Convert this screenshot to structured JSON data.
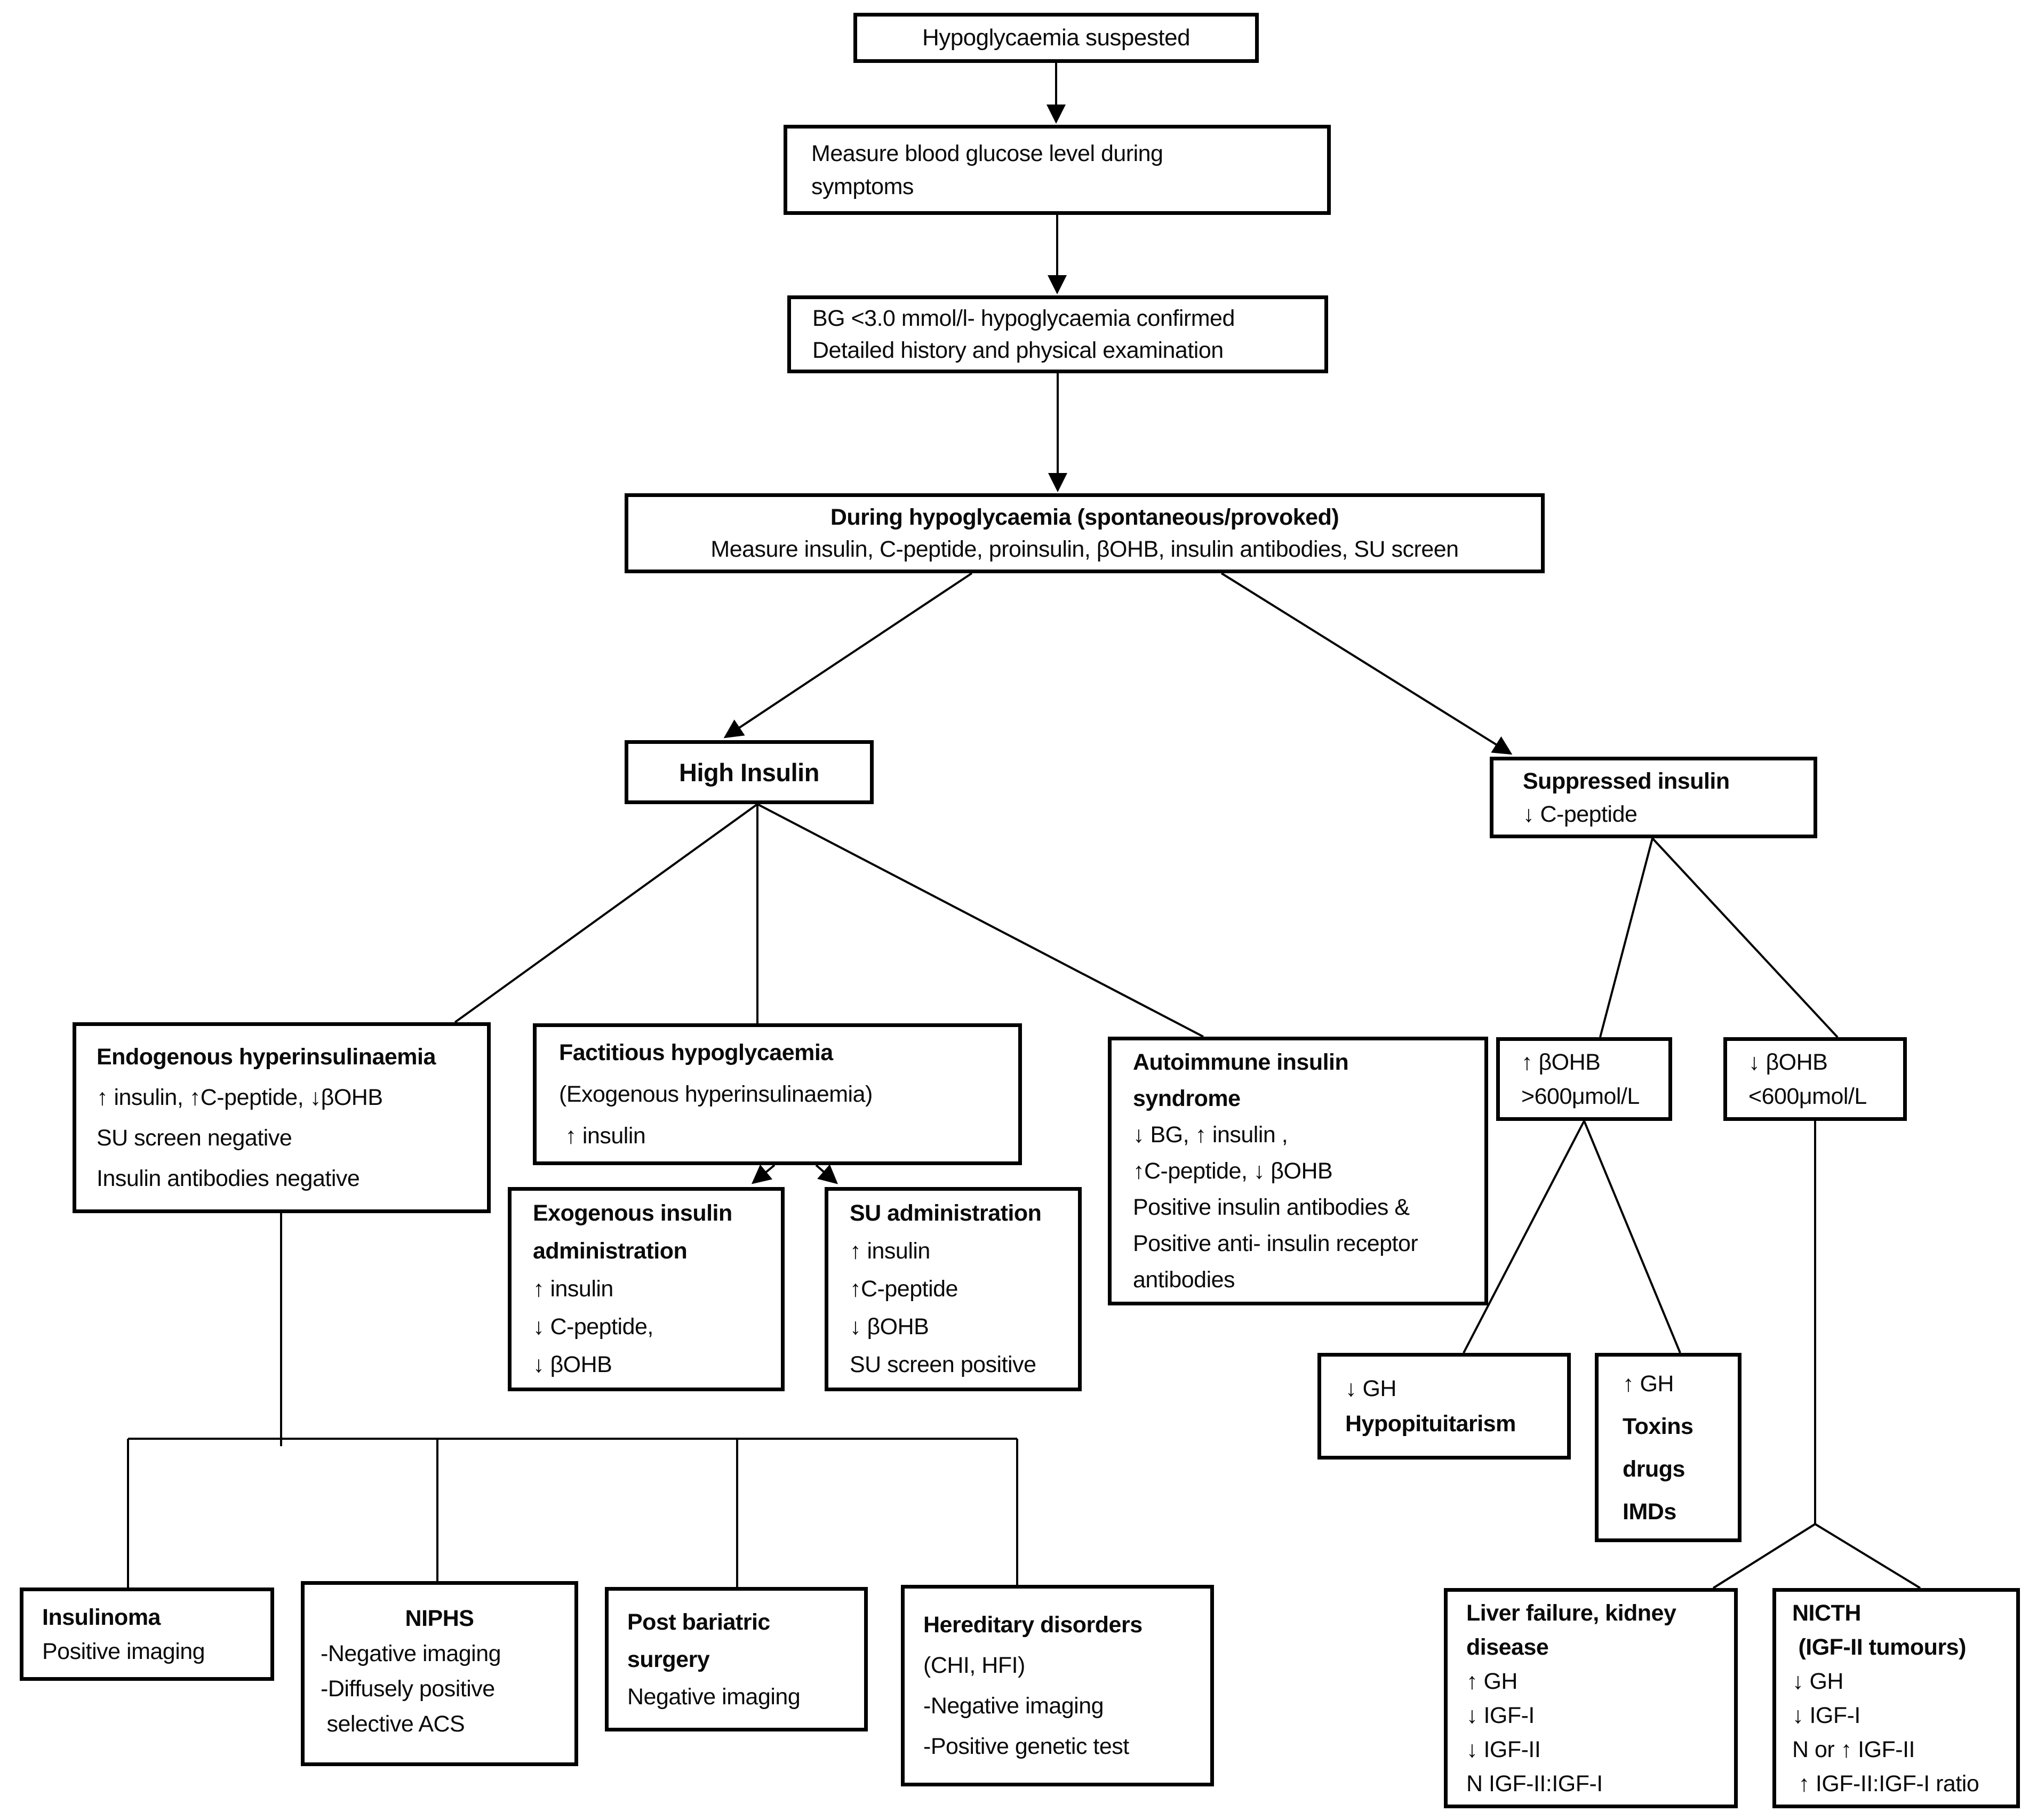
{
  "title": "Hypoglycaemia diagnostic flowchart",
  "colors": {
    "background": "#ffffff",
    "box_border": "#000000",
    "connector_line": "#000000",
    "text": "#0a0a0a"
  },
  "nodes": {
    "suspected": {
      "lines": [
        {
          "t": "Hypoglycaemia suspested",
          "b": false
        }
      ]
    },
    "measure": {
      "lines": [
        {
          "t": "Measure blood glucose level during",
          "b": false
        },
        {
          "t": "symptoms",
          "b": false
        }
      ]
    },
    "confirmed": {
      "lines": [
        {
          "t": "BG <3.0 mmol/l- hypoglycaemia confirmed",
          "b": false
        },
        {
          "t": "Detailed history and physical examination",
          "b": false
        }
      ]
    },
    "during": {
      "lines": [
        {
          "t": "During hypoglycaemia (spontaneous/provoked)",
          "b": true
        },
        {
          "t": "Measure insulin, C-peptide, proinsulin, βOHB, insulin antibodies, SU screen",
          "b": false
        }
      ]
    },
    "high_insulin": {
      "lines": [
        {
          "t": "High Insulin",
          "b": true
        }
      ]
    },
    "suppressed": {
      "lines": [
        {
          "t": "Suppressed insulin",
          "b": true
        },
        {
          "t": "↓ C-peptide",
          "b": false
        }
      ]
    },
    "endogenous": {
      "lines": [
        {
          "t": "Endogenous hyperinsulinaemia",
          "b": true
        },
        {
          "t": "↑ insulin, ↑C-peptide, ↓βOHB",
          "b": false
        },
        {
          "t": "SU screen negative",
          "b": false
        },
        {
          "t": "Insulin antibodies negative",
          "b": false
        }
      ]
    },
    "factitious": {
      "lines": [
        {
          "t": "Factitious hypoglycaemia",
          "b": true
        },
        {
          "t": "(Exogenous hyperinsulinaemia)",
          "b": false
        },
        {
          "t": " ↑ insulin",
          "b": false
        }
      ]
    },
    "autoimmune": {
      "lines": [
        {
          "t": "Autoimmune insulin",
          "b": true
        },
        {
          "t": "syndrome",
          "b": true
        },
        {
          "t": "↓ BG, ↑ insulin ,",
          "b": false
        },
        {
          "t": "↑C-peptide, ↓ βOHB",
          "b": false
        },
        {
          "t": "Positive insulin antibodies &",
          "b": false
        },
        {
          "t": "Positive anti- insulin receptor",
          "b": false
        },
        {
          "t": "antibodies",
          "b": false
        }
      ]
    },
    "exogenous": {
      "lines": [
        {
          "t": "Exogenous insulin",
          "b": true
        },
        {
          "t": "administration",
          "b": true
        },
        {
          "t": "↑ insulin",
          "b": false
        },
        {
          "t": "↓ C-peptide,",
          "b": false
        },
        {
          "t": "↓ βOHB",
          "b": false
        }
      ]
    },
    "su_admin": {
      "lines": [
        {
          "t": "SU administration",
          "b": true
        },
        {
          "t": "↑ insulin",
          "b": false
        },
        {
          "t": "↑C-peptide",
          "b": false
        },
        {
          "t": "↓ βOHB",
          "b": false
        },
        {
          "t": "SU screen positive",
          "b": false
        }
      ]
    },
    "bohb_high": {
      "lines": [
        {
          "t": "↑ βOHB",
          "b": false
        },
        {
          "t": ">600μmol/L",
          "b": false
        }
      ]
    },
    "bohb_low": {
      "lines": [
        {
          "t": "↓ βOHB",
          "b": false
        },
        {
          "t": "<600μmol/L",
          "b": false
        }
      ]
    },
    "gh_low": {
      "lines": [
        {
          "t": "↓ GH",
          "b": false
        },
        {
          "t": "Hypopituitarism",
          "b": true
        }
      ]
    },
    "gh_high": {
      "lines": [
        {
          "t": "↑ GH",
          "b": false
        },
        {
          "t": "Toxins",
          "b": true
        },
        {
          "t": "drugs",
          "b": true
        },
        {
          "t": "IMDs",
          "b": true
        }
      ]
    },
    "insulinoma": {
      "lines": [
        {
          "t": "Insulinoma",
          "b": true
        },
        {
          "t": "Positive imaging",
          "b": false
        }
      ]
    },
    "niphs": {
      "lines": [
        {
          "t": "NIPHS",
          "b": true
        },
        {
          "t": "-Negative imaging",
          "b": false
        },
        {
          "t": "-Diffusely positive",
          "b": false
        },
        {
          "t": " selective ACS",
          "b": false
        }
      ]
    },
    "post_bariatric": {
      "lines": [
        {
          "t": "Post bariatric",
          "b": true
        },
        {
          "t": "surgery",
          "b": true
        },
        {
          "t": "Negative imaging",
          "b": false
        }
      ]
    },
    "hereditary": {
      "lines": [
        {
          "t": "Hereditary disorders",
          "b": true
        },
        {
          "t": "(CHI, HFI)",
          "b": false
        },
        {
          "t": "-Negative imaging",
          "b": false
        },
        {
          "t": "-Positive genetic test",
          "b": false
        }
      ]
    },
    "liver": {
      "lines": [
        {
          "t": "Liver failure, kidney",
          "b": true
        },
        {
          "t": "disease",
          "b": true
        },
        {
          "t": "↑ GH",
          "b": false
        },
        {
          "t": "↓ IGF-I",
          "b": false
        },
        {
          "t": "↓ IGF-II",
          "b": false
        },
        {
          "t": "N IGF-II:IGF-I",
          "b": false
        }
      ]
    },
    "nicth": {
      "lines": [
        {
          "t": "NICTH",
          "b": true
        },
        {
          "t": " (IGF-II tumours)",
          "b": true
        },
        {
          "t": "↓ GH",
          "b": false
        },
        {
          "t": "↓ IGF-I",
          "b": false
        },
        {
          "t": "N or ↑ IGF-II",
          "b": false
        },
        {
          "t": " ↑ IGF-II:IGF-I ratio",
          "b": false
        }
      ]
    }
  }
}
